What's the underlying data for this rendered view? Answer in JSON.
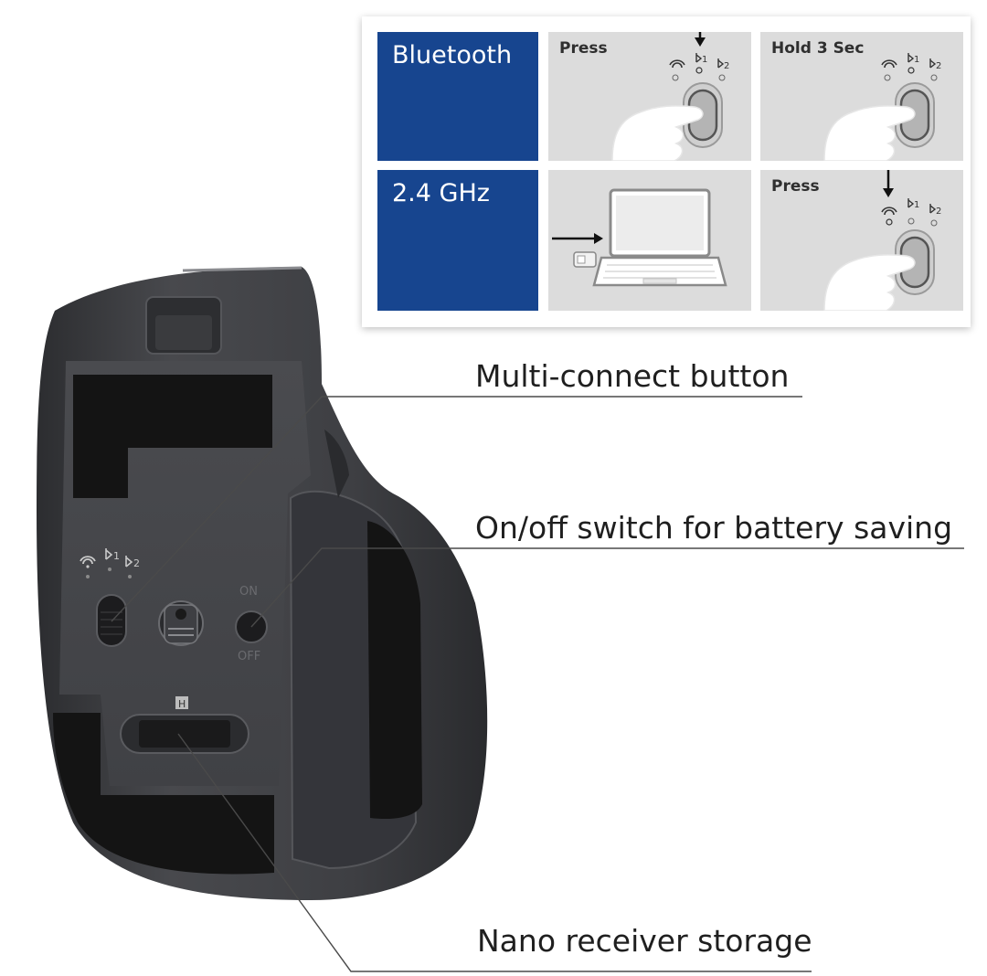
{
  "card": {
    "rows": [
      {
        "mode": "Bluetooth",
        "step1_label": "Press",
        "step2_label": "Hold 3 Sec"
      },
      {
        "mode": "2.4 GHz",
        "step1_label": "",
        "step2_label": "Press"
      }
    ],
    "led_labels": {
      "ch1": "1",
      "ch2": "2"
    }
  },
  "callouts": {
    "multi_connect": "Multi-connect button",
    "onoff": "On/off switch for battery saving",
    "nano": "Nano receiver storage"
  },
  "mouse_labels": {
    "ch1": "1",
    "ch2": "2",
    "on": "ON",
    "off": "OFF",
    "receiver_mark": "H"
  },
  "colors": {
    "mode_blue": "#17458f",
    "panel_grey": "#dcdcdc",
    "mouse_body": "#3a3b3e"
  }
}
